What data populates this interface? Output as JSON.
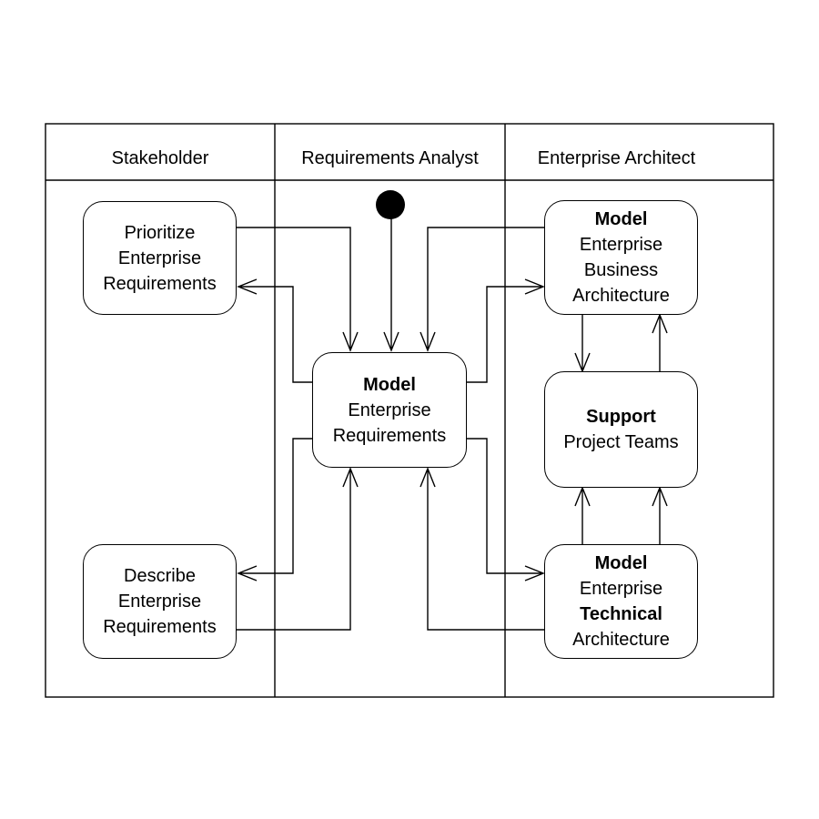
{
  "lanes": [
    {
      "title": "Stakeholder"
    },
    {
      "title": "Requirements Analyst"
    },
    {
      "title": "Enterprise Architect"
    }
  ],
  "nodes": {
    "prioritize": {
      "line1": "Prioritize",
      "line2": "Enterprise",
      "line3": "Requirements"
    },
    "describe": {
      "line1": "Describe",
      "line2": "Enterprise",
      "line3": "Requirements"
    },
    "model_requirements": {
      "bold1": "Model",
      "line2": "Enterprise",
      "line3": "Requirements"
    },
    "model_business": {
      "bold1": "Model",
      "line2": "Enterprise",
      "line3": "Business",
      "line4": "Architecture"
    },
    "support": {
      "bold1": "Support",
      "line2": "Project Teams"
    },
    "model_technical": {
      "bold1": "Model",
      "line2": "Enterprise",
      "bold3": "Technical",
      "line4": "Architecture"
    }
  }
}
